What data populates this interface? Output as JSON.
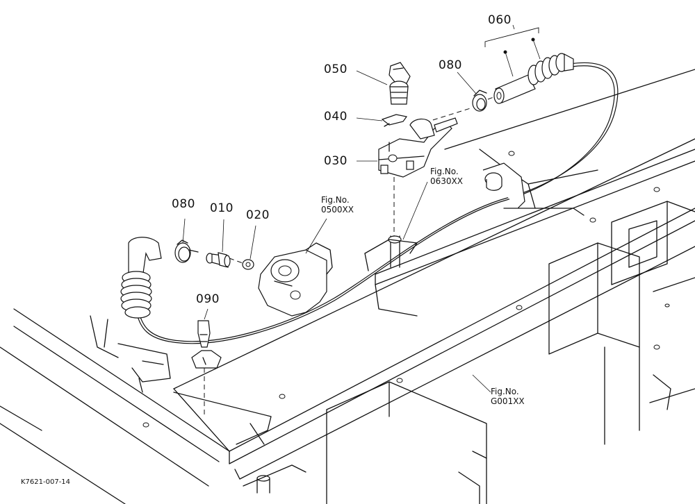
{
  "callouts": [
    {
      "id": "060",
      "text": "060"
    },
    {
      "id": "050",
      "text": "050"
    },
    {
      "id": "080a",
      "text": "080"
    },
    {
      "id": "040",
      "text": "040"
    },
    {
      "id": "030",
      "text": "030"
    },
    {
      "id": "080b",
      "text": "080"
    },
    {
      "id": "010",
      "text": "010"
    },
    {
      "id": "020",
      "text": "020"
    },
    {
      "id": "090",
      "text": "090"
    }
  ],
  "figure_refs": [
    {
      "line1": "Fig.No.",
      "line2": "0500XX"
    },
    {
      "line1": "Fig.No.",
      "line2": "0630XX"
    },
    {
      "line1": "Fig.No.",
      "line2": "G001XX"
    }
  ],
  "drawing_code": "K7621-007-14"
}
